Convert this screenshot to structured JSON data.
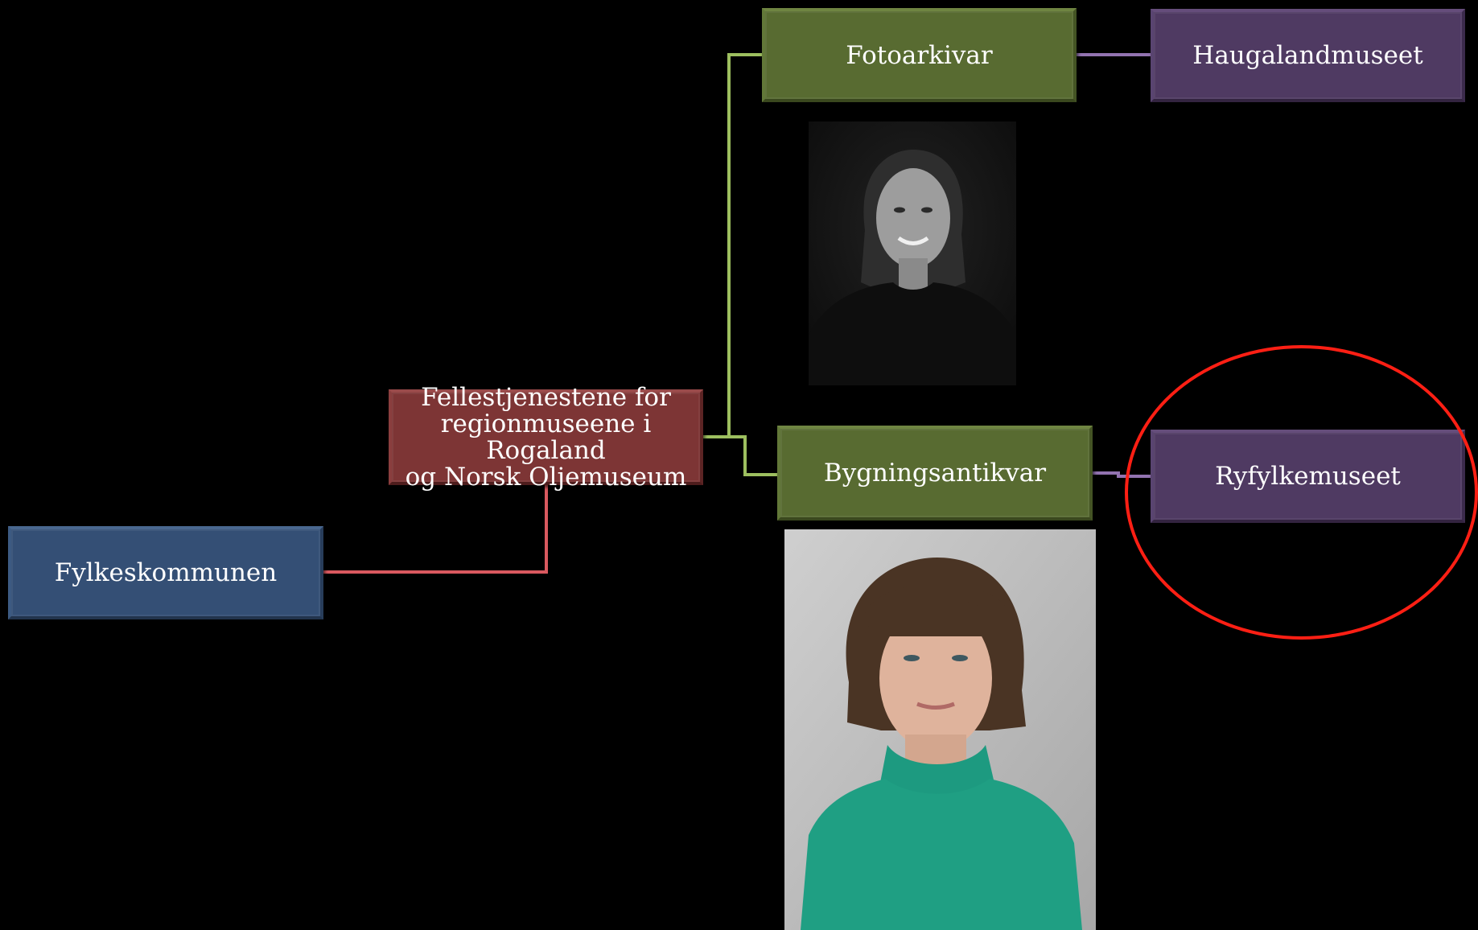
{
  "nodes": {
    "fylkeskommunen": "Fylkeskommunen",
    "fellestjenestene": {
      "line1": "Fellestjenestene for",
      "line2": "regionmuseene i Rogaland",
      "line3": "og Norsk Oljemuseum"
    },
    "fotoarkivar": "Fotoarkivar",
    "bygningsantikvar": "Bygningsantikvar",
    "haugalandmuseet": "Haugalandmuseet",
    "ryfylkemuseet": "Ryfylkemuseet"
  },
  "colors": {
    "background": "#000000",
    "blue_node": "#344f75",
    "red_node": "#7d3535",
    "green_node": "#586b31",
    "purple_node": "#4f3a62",
    "red_connector": "#d9595f",
    "green_connector": "#9dbf5f",
    "purple_connector": "#9273b0",
    "highlight_ring": "#ff1f14"
  },
  "photos": {
    "fotoarkivar_photo": "portrait-photo",
    "bygningsantikvar_photo": "portrait-photo"
  }
}
